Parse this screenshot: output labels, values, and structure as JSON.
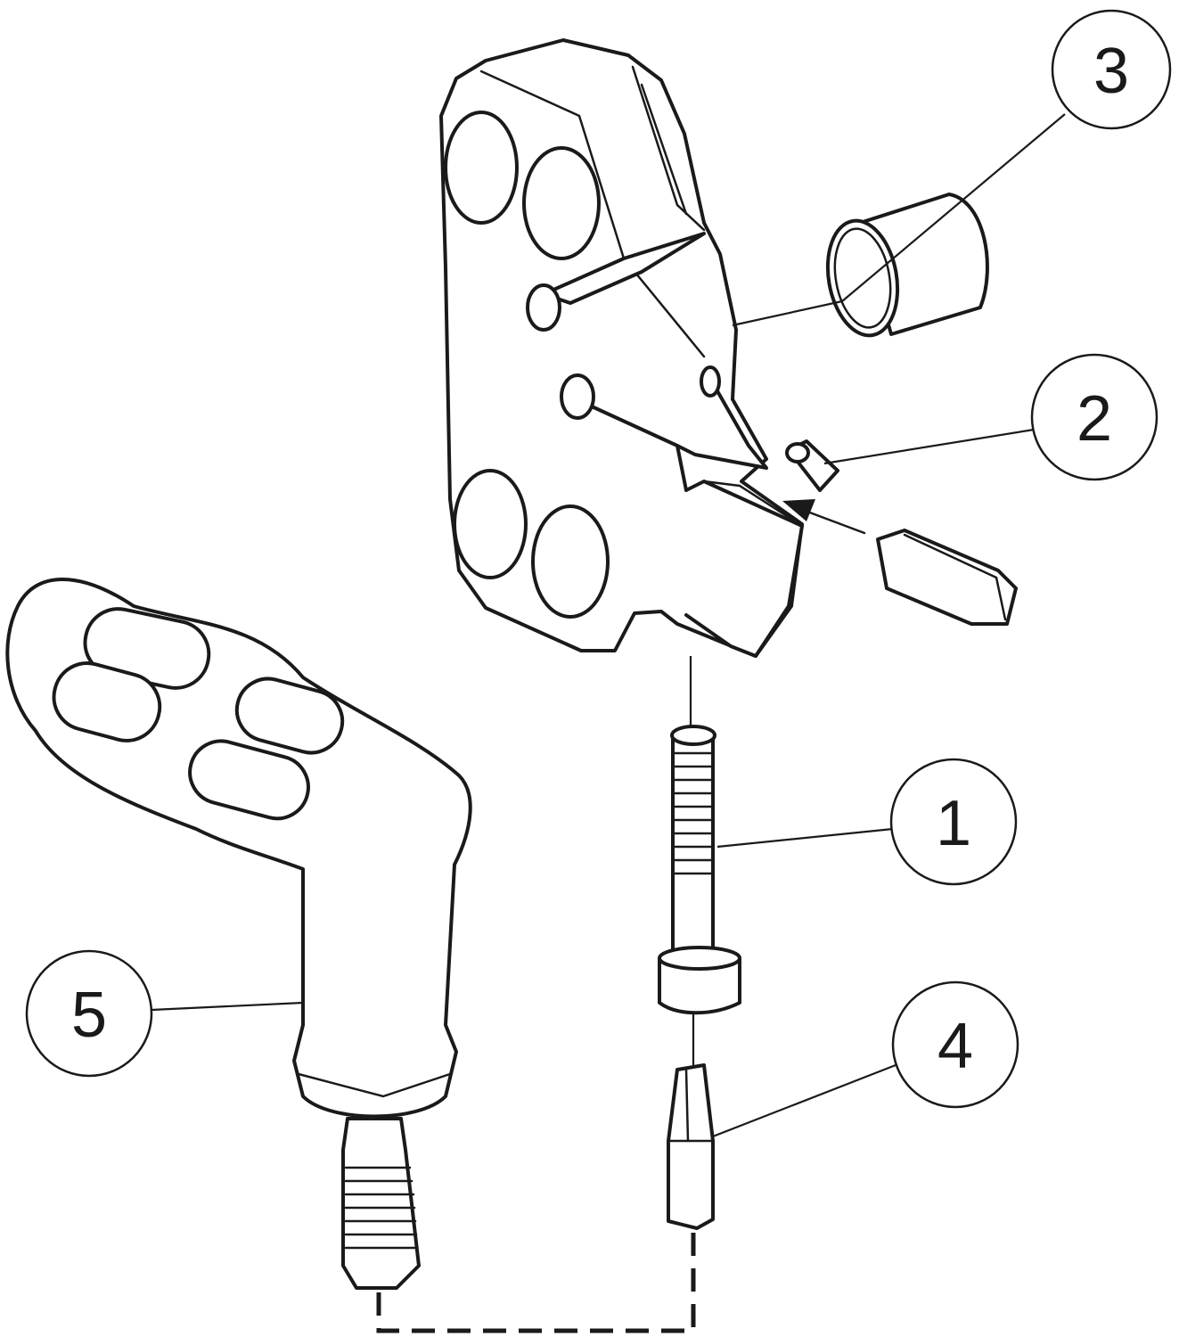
{
  "diagram": {
    "type": "exploded-parts-view",
    "callouts": [
      {
        "id": "callout-1",
        "label": "1",
        "part": "clamp-screw"
      },
      {
        "id": "callout-2",
        "label": "2",
        "part": "set-screw"
      },
      {
        "id": "callout-3",
        "label": "3",
        "part": "sleeve"
      },
      {
        "id": "callout-4",
        "label": "4",
        "part": "torx-bit"
      },
      {
        "id": "callout-5",
        "label": "5",
        "part": "handle-key"
      }
    ]
  }
}
